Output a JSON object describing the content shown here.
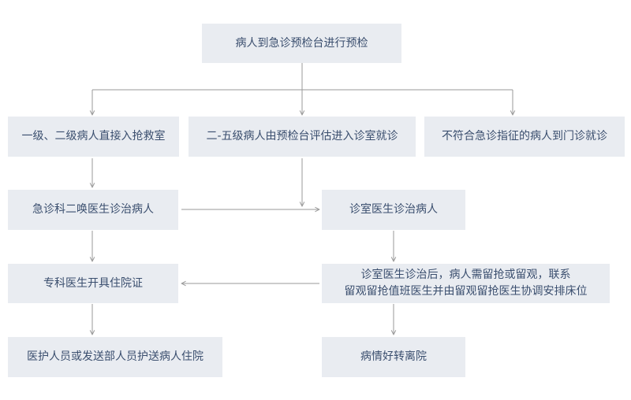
{
  "nodes": {
    "start": "病人到急诊预检台进行预检",
    "level_one_two": "一级、二级病人直接入抢救室",
    "level_two_five": "二-五级病人由预检台评估进入诊室就诊",
    "not_emergency": "不符合急诊指征的病人到门诊就诊",
    "second_line_doctor": "急诊科二唤医生诊治病人",
    "clinic_doctor": "诊室医生诊治病人",
    "specialist_admission": "专科医生开具住院证",
    "observation_line1": "诊室医生诊治后，病人需留抢或留观，联系",
    "observation_line2": "留观留抢值班医生并由留观留抢医生协调安排床位",
    "escort_admission": "医护人员或发送部人员护送病人住院",
    "discharge": "病情好转离院"
  },
  "colors": {
    "box_fill": "#e9ecf1",
    "text": "#3a4e6e",
    "arrow": "#9a9a9a"
  }
}
